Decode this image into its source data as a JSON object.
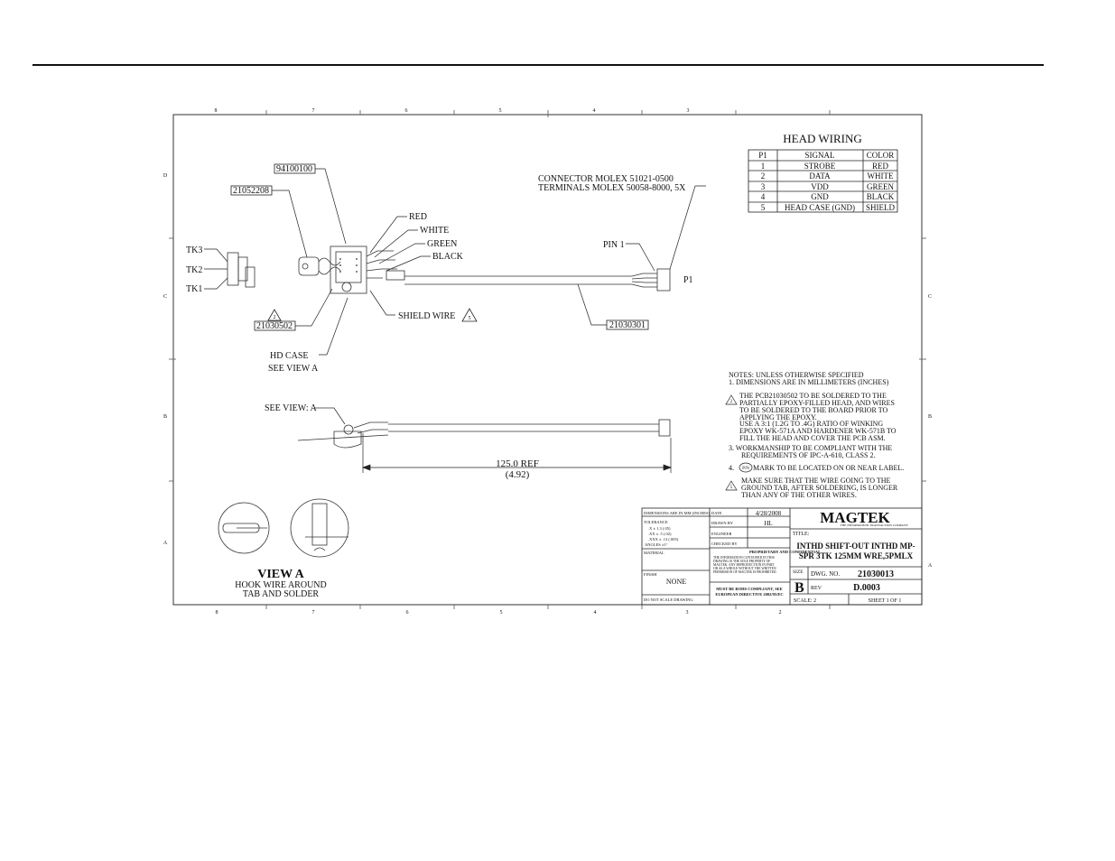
{
  "border": {
    "top_numbers": [
      "8",
      "7",
      "6",
      "5",
      "4",
      "3"
    ],
    "bottom_numbers": [
      "8",
      "7",
      "6",
      "5",
      "4",
      "3",
      "2"
    ],
    "left_letters": [
      "D",
      "C",
      "B",
      "A"
    ],
    "right_letters": [
      "C",
      "B",
      "A"
    ]
  },
  "head_wiring": {
    "title": "HEAD WIRING",
    "headers": [
      "P1",
      "SIGNAL",
      "COLOR"
    ],
    "rows": [
      [
        "1",
        "STROBE",
        "RED"
      ],
      [
        "2",
        "DATA",
        "WHITE"
      ],
      [
        "3",
        "VDD",
        "GREEN"
      ],
      [
        "4",
        "GND",
        "BLACK"
      ],
      [
        "5",
        "HEAD CASE (GND)",
        "SHIELD"
      ]
    ]
  },
  "labels": {
    "part_94100100": "94100100",
    "part_21052208": "21052208",
    "part_21030502": "21030502",
    "part_21030301": "21030301",
    "tk3": "TK3",
    "tk2": "TK2",
    "tk1": "TK1",
    "red": "RED",
    "white": "WHITE",
    "green": "GREEN",
    "black": "BLACK",
    "connector_line1": "CONNECTOR MOLEX 51021-0500",
    "connector_line2": "TERMINALS MOLEX 50058-8000, 5X",
    "pin1": "PIN 1",
    "p1": "P1",
    "shield_wire": "SHIELD WIRE",
    "flag_2": "2",
    "flag_5": "5",
    "hd_case": "HD CASE",
    "see_view_a": "SEE VIEW A",
    "see_view_a2": "SEE VIEW: A",
    "dim_ref": "125.0 REF",
    "dim_in": "(4.92)",
    "view_a": "VIEW A",
    "view_a_line1": "HOOK WIRE AROUND",
    "view_a_line2": "TAB AND SOLDER"
  },
  "notes": {
    "header": "NOTES: UNLESS OTHERWISE SPECIFIED",
    "n1": "1.  DIMENSIONS ARE IN MILLIMETERS (INCHES)",
    "n2": [
      "THE PCB21030502 TO BE SOLDERED TO THE",
      "PARTIALLY EPOXY-FILLED HEAD, AND WIRES",
      "TO BE SOLDERED TO THE BOARD PRIOR TO",
      "APPLYING THE EPOXY.",
      "USE A 3:1 (1.2G TO .4G) RATIO OF WINKING",
      "EPOXY WK-571A AND HARDENER WK-571B TO",
      "FILL THE HEAD AND COVER THE PCB ASM."
    ],
    "n3": [
      "3.   WORKMANSHIP TO BE COMPLIANT WITH THE",
      "REQUIREMENTS OF IPC-A-610, CLASS 2."
    ],
    "n4_num": "4.",
    "n4_badge": "P/N",
    "n4": "MARK TO BE LOCATED ON OR NEAR LABEL.",
    "n5": [
      "MAKE SURE THAT THE WIRE GOING TO THE",
      "GROUND TAB, AFTER SOLDERING, IS LONGER",
      "THAN ANY OF THE OTHER WIRES."
    ],
    "flag_2": "2",
    "flag_5": "5"
  },
  "title_block": {
    "dim_header": "DIMENSIONS ARE IN MM (INCHES)",
    "tolerances": "TOLERANCE",
    "tol_x": ".X   ± 1.3 (.05)",
    "tol_xx": ".XX   ± .5 (.02)",
    "tol_xxx": ".XXX  ± .13 (.005)",
    "angles": "ANGLES ±1°",
    "material_label": "MATERIAL",
    "finish_label": "FINISH",
    "finish_value": "NONE",
    "do_not_scale": "DO NOT SCALE DRAWING",
    "date_label": "DATE",
    "date_value": "4/28/2008",
    "drawn_label": "DRAWN BY",
    "drawn_value": "HL",
    "engineer_label": "ENGINEER",
    "checked_label": "CHECKED BY",
    "proprietary": "PROPRIETARY AND CONFIDENTIAL",
    "proprietary_text": [
      "THE INFORMATION CONTAINED IN THIS",
      "DRAWING IS THE SOLE PROPERTY OF",
      "MAGTEK. ANY REPRODUCTION IN PART",
      "OR AS A WHOLE WITHOUT THE WRITTEN",
      "PERMISSION OF MAGTEK IS PROHIBITED."
    ],
    "rohs_line1": "MUST BE ROHS COMPLIANT, SEE",
    "rohs_line2": "EUROPEAN DIRECTIVE 2002/95/EC",
    "company": "MAGTEK",
    "company_sub": "THE INFORMATION TRANSACTION COMPANY",
    "title_label": "TITLE:",
    "title_line1": "INTHD SHIFT-OUT INTHD MP-",
    "title_line2": "SPR 3TK 125MM WRE,5PMLX",
    "size_label": "SIZE",
    "size_value": "B",
    "dwg_label": "DWG.  NO.",
    "dwg_value": "21030013",
    "rev_label": "REV",
    "rev_value": "D.0003",
    "scale": "SCALE: 2",
    "sheet": "SHEET 1 OF 1"
  }
}
